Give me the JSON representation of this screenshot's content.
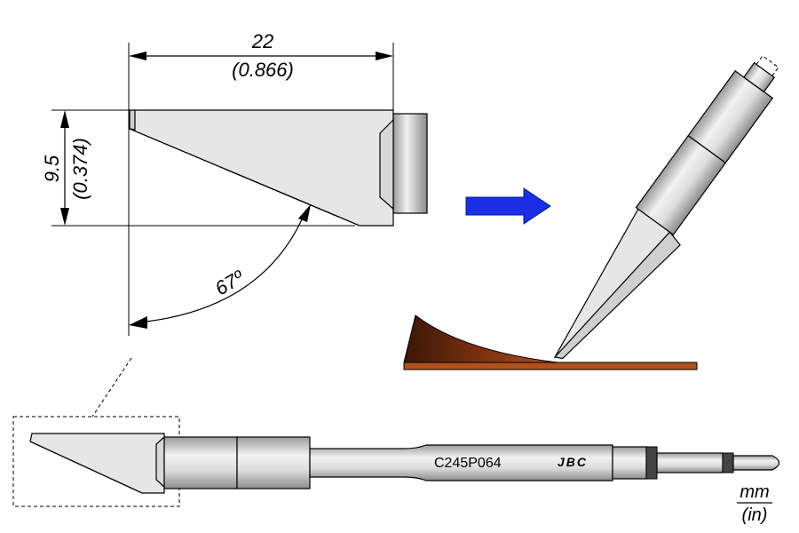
{
  "dimensions": {
    "length_mm": "22",
    "length_in": "(0.866)",
    "height_mm": "9.5",
    "height_in": "(0.374)",
    "angle": "67º"
  },
  "part_number": "C245P064",
  "brand_logo": "JBC",
  "units": {
    "primary": "mm",
    "secondary": "(in)"
  },
  "colors": {
    "arrow": "#1a2ee6",
    "solder": "#8a3a12",
    "metal_light": "#e6e6e6",
    "metal_mid": "#c8c8c8"
  }
}
